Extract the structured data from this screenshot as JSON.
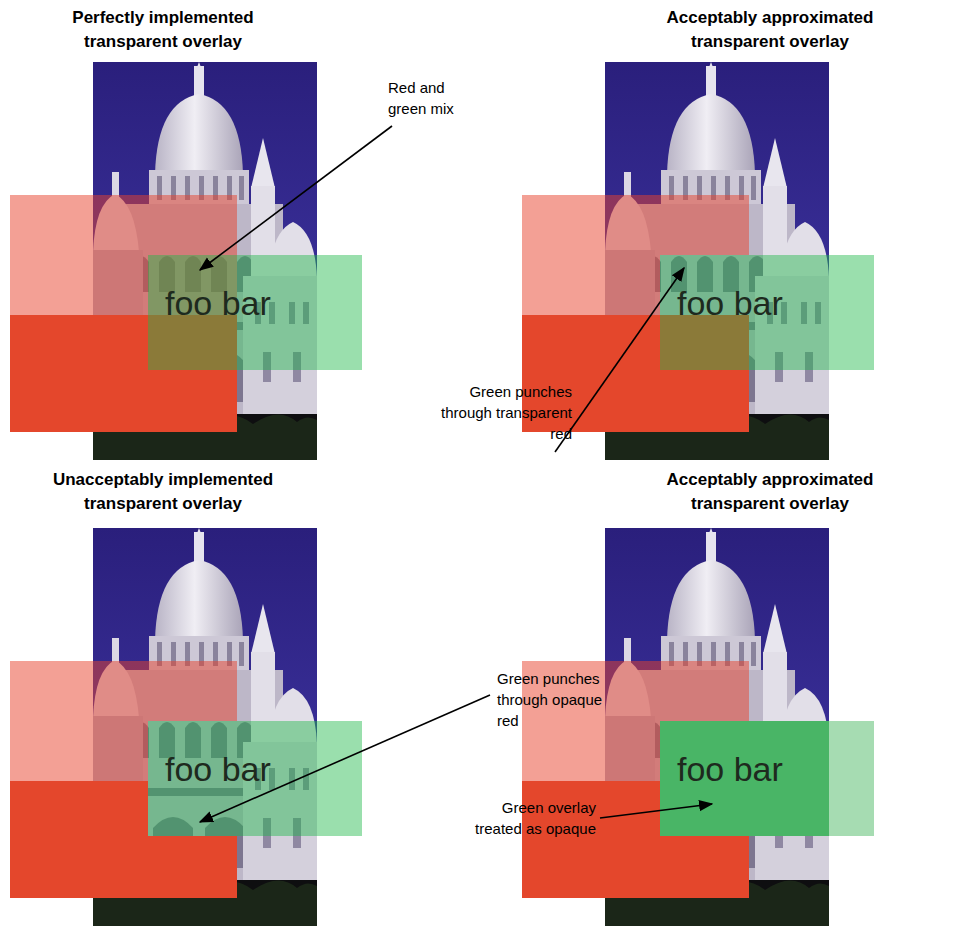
{
  "diagram": {
    "labels": [
      "Perfectly implemented transparent overlay",
      "Acceptably approximated transparent overlay",
      "Red and green mix",
      "foo bar",
      "foo bar",
      "Green punches through transparent red",
      "Unacceptably implemented transparent overlay",
      "Acceptably approximated transparent overlay",
      "Green punches through opaque red",
      "foo bar",
      "foo bar",
      "Green overlay treated as opaque"
    ]
  }
}
